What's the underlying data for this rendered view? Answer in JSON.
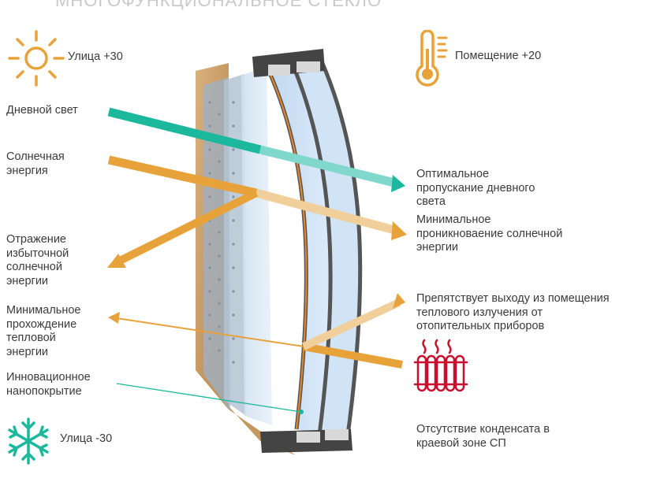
{
  "title": "МНОГОФУНКЦИОНАЛЬНОЕ СТЕКЛО",
  "colors": {
    "orange": "#E8A23A",
    "teal": "#1BB89E",
    "radiator": "#C8102E",
    "text": "#3a3a3a"
  },
  "icons": {
    "sun": "sun-icon",
    "thermometer": "thermometer-icon",
    "snowflake": "snowflake-icon",
    "radiator": "radiator-icon"
  },
  "labels": {
    "street_hot": "Улица +30",
    "room": "Помещение +20",
    "street_cold": "Улица -30",
    "daylight": "Дневной свет",
    "solar": "Солнечная\nэнергия",
    "reflection": "Отражение\nизбыточной\nсолнечной\nэнергии",
    "min_thermal": "Минимальное\nпрохождение\nтепловой\nэнергии",
    "coating": "Инновационное\nнанопокрытие",
    "optimal_daylight": "Оптимальное\nпропускание дневного\nсвета",
    "min_solar": "Минимальное\nпроникноваение солнечной\nэнергии",
    "prevents_heat": "Препятствует выходу из помещения\nтеплового излучения от\nотопительных приборов",
    "no_condensate": "Отсутствие конденсата в\nкраевой зоне СП"
  }
}
